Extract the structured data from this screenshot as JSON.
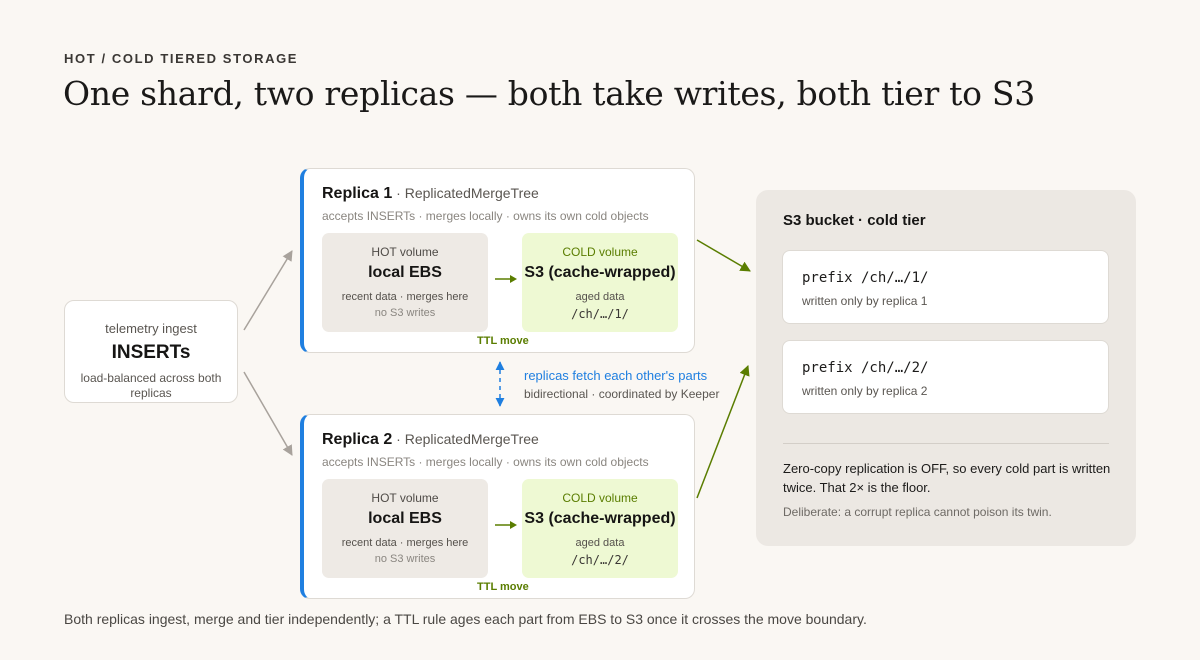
{
  "eyebrow": "HOT / COLD TIERED STORAGE",
  "headline": "One shard, two replicas — both take writes, both tier to S3",
  "ingest": {
    "caption": "telemetry ingest",
    "title": "INSERTs",
    "subtitle": "load-balanced across both replicas"
  },
  "replicas": [
    {
      "name": "Replica 1",
      "type": " · ReplicatedMergeTree",
      "desc": "accepts INSERTs · merges locally · owns its own cold objects",
      "hot": {
        "caption": "HOT volume",
        "name": "local EBS",
        "line1": "recent data · merges here",
        "line2": "no S3 writes"
      },
      "cold": {
        "caption": "COLD volume",
        "name": "S3 (cache-wrapped)",
        "line1": "aged data",
        "path": "/ch/…/1/"
      },
      "ttl": "TTL move"
    },
    {
      "name": "Replica 2",
      "type": " · ReplicatedMergeTree",
      "desc": "accepts INSERTs · merges locally · owns its own cold objects",
      "hot": {
        "caption": "HOT volume",
        "name": "local EBS",
        "line1": "recent data · merges here",
        "line2": "no S3 writes"
      },
      "cold": {
        "caption": "COLD volume",
        "name": "S3 (cache-wrapped)",
        "line1": "aged data",
        "path": "/ch/…/2/"
      },
      "ttl": "TTL move"
    }
  ],
  "fetch": {
    "title": "replicas fetch each other's parts",
    "subtitle": "bidirectional · coordinated by Keeper"
  },
  "bucket": {
    "title": "S3 bucket · cold tier",
    "prefixes": [
      {
        "code": "prefix /ch/…/1/",
        "note": "written only by replica 1"
      },
      {
        "code": "prefix /ch/…/2/",
        "note": "written only by replica 2"
      }
    ],
    "note": "Zero-copy replication is OFF, so every cold part is written twice. That 2× is the floor.",
    "footnote": "Deliberate: a corrupt replica cannot poison its twin."
  },
  "caption": "Both replicas ingest, merge and tier independently; a TTL rule ages each part from EBS to S3 once it crosses the move boundary.",
  "colors": {
    "accent_blue": "#1f7fe0",
    "ttl_green": "#5a7d00",
    "cold_fill": "#eef9d3",
    "hot_fill": "#eeeae5",
    "bucket_fill": "#ece8e3",
    "connector_grey": "#a8a29c"
  }
}
